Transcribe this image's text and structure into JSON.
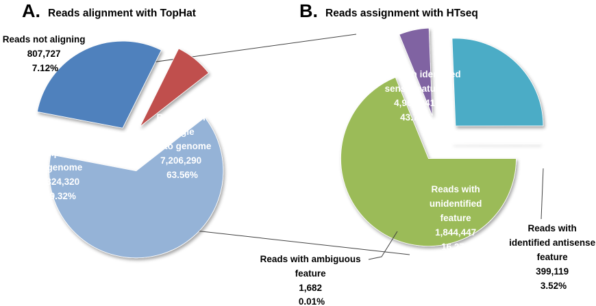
{
  "chart_data": [
    {
      "type": "pie",
      "panel_letter": "A.",
      "title": "Reads alignment with TopHat",
      "slices": [
        {
          "key": "single",
          "label_lines": [
            "Reads with",
            "single",
            "hit to genome"
          ],
          "value": 7206290,
          "value_text": "7,206,290",
          "percent": 63.56,
          "percent_text": "63.56%",
          "color": "#95B3D7"
        },
        {
          "key": "multiple",
          "label_lines": [
            "Reads with",
            "multiple hits",
            "to genome"
          ],
          "value": 3324320,
          "value_text": "3,324,320",
          "percent": 29.32,
          "percent_text": "29.32%",
          "color": "#4F81BD"
        },
        {
          "key": "not-aligning",
          "label_lines": [
            "Reads not aligning"
          ],
          "value": 807727,
          "value_text": "807,727",
          "percent": 7.12,
          "percent_text": "7.12%",
          "color": "#C0504D"
        }
      ]
    },
    {
      "type": "pie",
      "panel_letter": "B.",
      "title": "Reads assignment with HTseq",
      "slices": [
        {
          "key": "sense",
          "label_lines": [
            "Reads with identified",
            "sense feature"
          ],
          "value": 4961041,
          "value_text": "4,961,041",
          "percent": 43.75,
          "percent_text": "43.75%",
          "color": "#9BBB59"
        },
        {
          "key": "antisense",
          "label_lines": [
            "Reads with",
            "identified antisense",
            "feature"
          ],
          "value": 399119,
          "value_text": "399,119",
          "percent": 3.52,
          "percent_text": "3.52%",
          "color": "#8064A2"
        },
        {
          "key": "unidentified",
          "label_lines": [
            "Reads with",
            "unidentified",
            "feature"
          ],
          "value": 1844447,
          "value_text": "1,844,447",
          "percent": 16.27,
          "percent_text": "16.27%",
          "color": "#4BACC6"
        },
        {
          "key": "ambiguous",
          "label_lines": [
            "Reads with ambiguous",
            "feature"
          ],
          "value": 1682,
          "value_text": "1,682",
          "percent": 0.01,
          "percent_text": "0.01%",
          "color": "#F79646"
        }
      ]
    }
  ]
}
